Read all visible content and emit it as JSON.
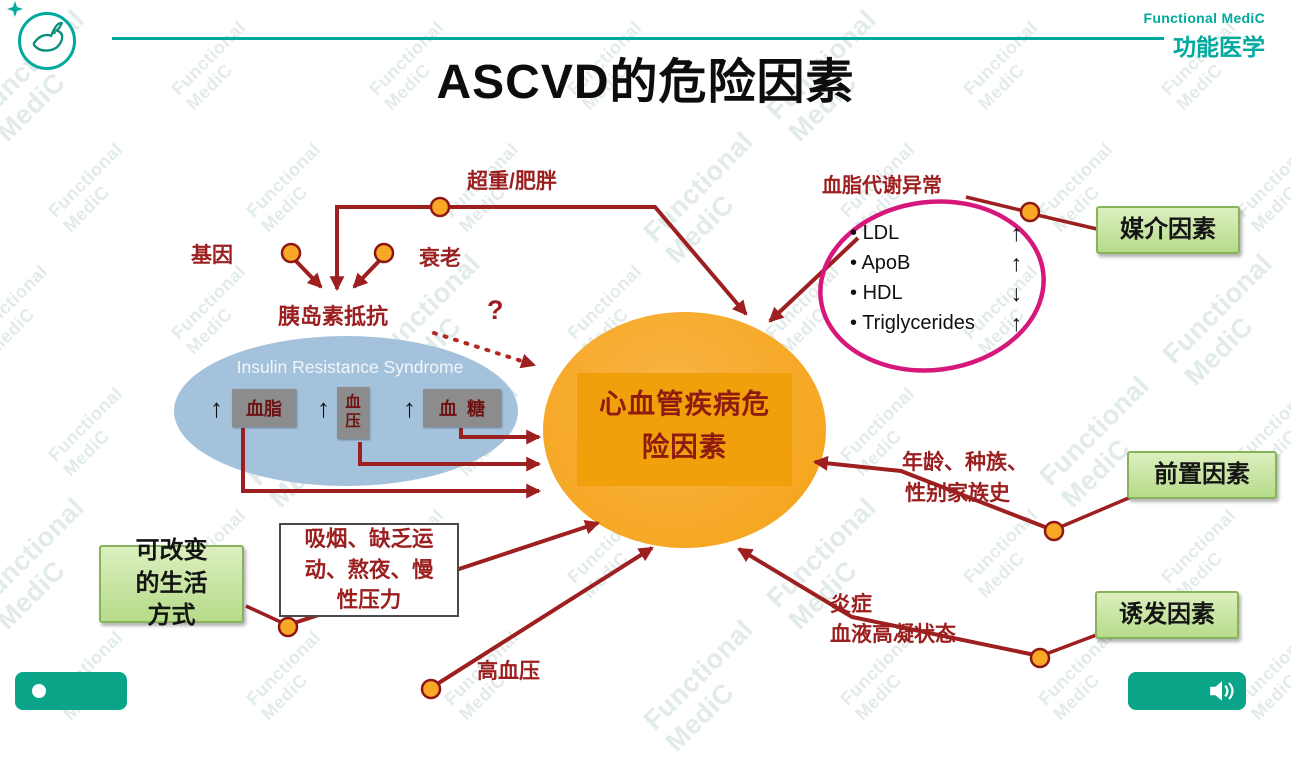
{
  "header": {
    "title": "ASCVD的危险因素",
    "brand_name": "Functional MediC",
    "brand_cn": "功能医学"
  },
  "watermark": {
    "text": "Functional MediC"
  },
  "diagram": {
    "center_label": "心血管疾病危险因素",
    "overweight": "超重/肥胖",
    "genes": "基因",
    "aging": "衰老",
    "insulin_resistance": "胰岛素抵抗",
    "irs_title": "Insulin Resistance Syndrome",
    "irs_items": [
      {
        "label": "血脂",
        "arrow": "↑"
      },
      {
        "label": "血压",
        "arrow": "↑"
      },
      {
        "label": "血糖",
        "arrow": "↑"
      }
    ],
    "question_mark": "?",
    "dyslipidemia": "血脂代谢异常",
    "lipids": [
      {
        "name": "LDL",
        "arrow": "↑"
      },
      {
        "name": "ApoB",
        "arrow": "↑"
      },
      {
        "name": "HDL",
        "arrow": "↓"
      },
      {
        "name": "Triglycerides",
        "arrow": "↑"
      }
    ],
    "age_race_line1": "年龄、种族、",
    "age_race_line2": "性别家族史",
    "inflammation_line1": "炎症",
    "inflammation_line2": "血液高凝状态",
    "hypertension": "高血压",
    "lifestyle_risks": "吸烟、缺乏运动、熬夜、慢性压力",
    "modifiable_lifestyle": "可改变的生活方式",
    "mediating_factor": "媒介因素",
    "predisposing_factor": "前置因素",
    "precipitating_factor": "诱发因素"
  }
}
